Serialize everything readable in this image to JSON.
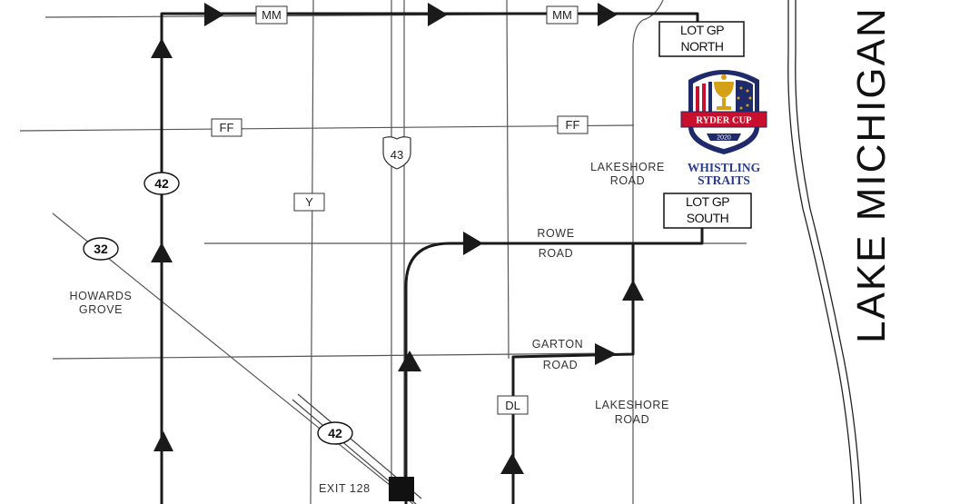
{
  "map": {
    "lake_name": "LAKE MICHIGAN",
    "routes": {
      "mm_1": "MM",
      "mm_2": "MM",
      "ff_1": "FF",
      "ff_2": "FF",
      "y": "Y",
      "dl": "DL",
      "i43": "43",
      "hwy42_north": "42",
      "hwy42_south": "42",
      "hwy32": "32"
    },
    "places": {
      "howards_line1": "HOWARDS",
      "howards_line2": "GROVE",
      "exit": "EXIT 128"
    },
    "roads": {
      "lakeshore_north_line1": "LAKESHORE",
      "lakeshore_north_line2": "ROAD",
      "lakeshore_south_line1": "LAKESHORE",
      "lakeshore_south_line2": "ROAD",
      "rowe_line1": "ROWE",
      "rowe_line2": "ROAD",
      "garton_line1": "GARTON",
      "garton_line2": "ROAD"
    },
    "lots": {
      "north_line1": "LOT GP",
      "north_line2": "NORTH",
      "south_line1": "LOT GP",
      "south_line2": "SOUTH"
    },
    "logo": {
      "title": "RYDER CUP",
      "year": "2020",
      "venue_line1": "WHISTLING",
      "venue_line2": "STRAITS"
    },
    "colors": {
      "route": "#1a1a1a",
      "road": "#555555",
      "logo_navy": "#1f2a6b",
      "logo_red": "#c8102e",
      "logo_gold": "#d4a017",
      "venue_blue": "#2b3c8c"
    }
  }
}
